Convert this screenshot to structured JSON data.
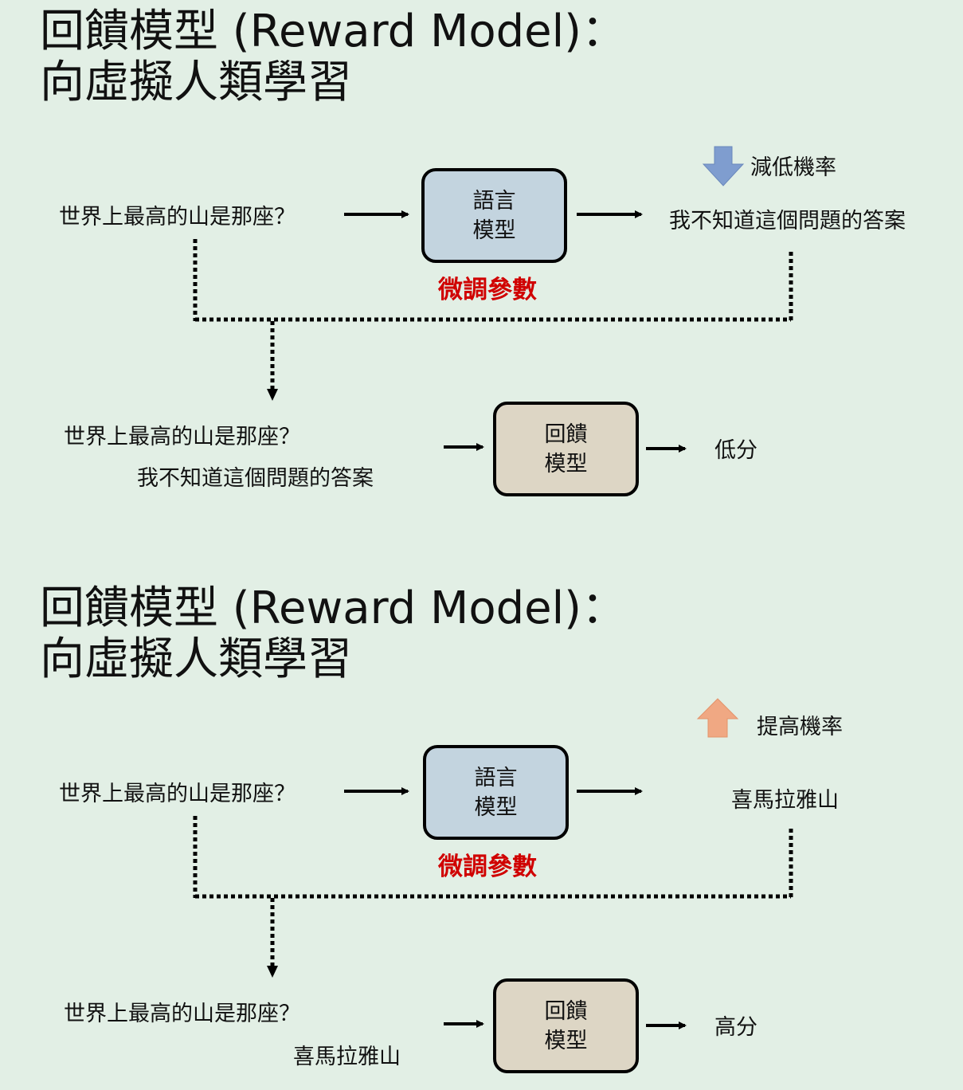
{
  "panels": [
    {
      "title_line1": "回饋模型 (Reward Model)：",
      "title_line2": "向虛擬人類學習",
      "question": "世界上最高的山是那座？",
      "lm_line1": "語言",
      "lm_line2": "模型",
      "finetune_label": "微調參數",
      "answer": "我不知道這個問題的答案",
      "prob_label": "減低機率",
      "prob_direction": "down",
      "prob_arrow_color": "#7f9dcf",
      "rm_question": "世界上最高的山是那座？",
      "rm_answer": "我不知道這個問題的答案",
      "rm_line1": "回饋",
      "rm_line2": "模型",
      "score": "低分"
    },
    {
      "title_line1": "回饋模型 (Reward Model)：",
      "title_line2": "向虛擬人類學習",
      "question": "世界上最高的山是那座？",
      "lm_line1": "語言",
      "lm_line2": "模型",
      "finetune_label": "微調參數",
      "answer": "喜馬拉雅山",
      "prob_label": "提高機率",
      "prob_direction": "up",
      "prob_arrow_color": "#f0a883",
      "rm_question": "世界上最高的山是那座？",
      "rm_answer": "喜馬拉雅山",
      "rm_line1": "回饋",
      "rm_line2": "模型",
      "score": "高分"
    }
  ],
  "colors": {
    "background": "#e2efe5",
    "language_model_box": "#c3d4df",
    "reward_model_box": "#ddd6c5",
    "finetune_label": "#d00000"
  }
}
